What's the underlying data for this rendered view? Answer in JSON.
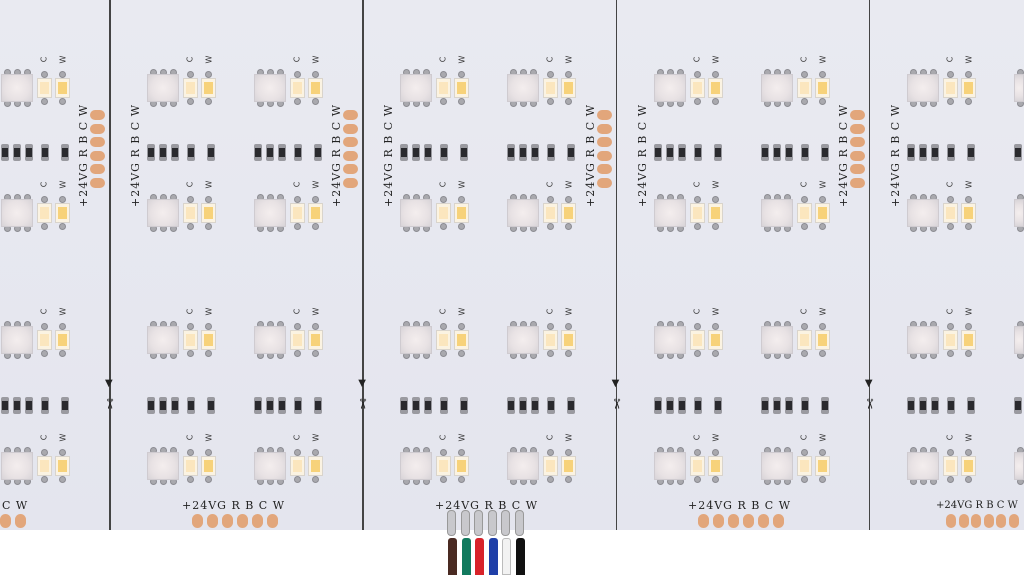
{
  "strip": {
    "connector_label": "+24VG R B C W",
    "pin_labels": [
      "+24V",
      "G",
      "R",
      "B",
      "C",
      "W"
    ],
    "chip_labels": {
      "cool": "C",
      "warm": "W"
    },
    "colors": {
      "board": "#e6e7ef",
      "pad": "#e2a67b",
      "warm_led": "#f7d27a",
      "cool_led": "#fbe6be"
    },
    "wires": [
      "#4a2a22",
      "#127a5e",
      "#d8232a",
      "#1f3fa8",
      "#f2f2f2",
      "#111111"
    ]
  }
}
